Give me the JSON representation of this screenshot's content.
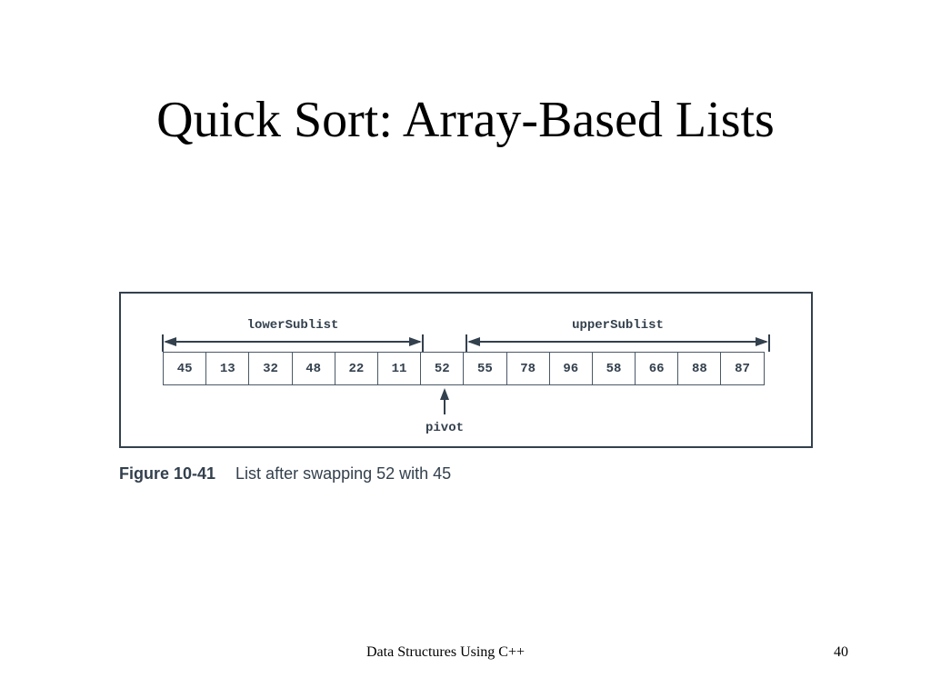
{
  "slide": {
    "title": "Quick Sort: Array-Based Lists",
    "footer_center": "Data Structures Using C++",
    "page_number": "40"
  },
  "figure": {
    "lower_label": "lowerSublist",
    "upper_label": "upperSublist",
    "pivot_label": "pivot",
    "values": [
      "45",
      "13",
      "32",
      "48",
      "22",
      "11",
      "52",
      "55",
      "78",
      "96",
      "58",
      "66",
      "88",
      "87"
    ],
    "caption_number": "Figure 10-41",
    "caption_text": "List after swapping 52 with 45"
  }
}
